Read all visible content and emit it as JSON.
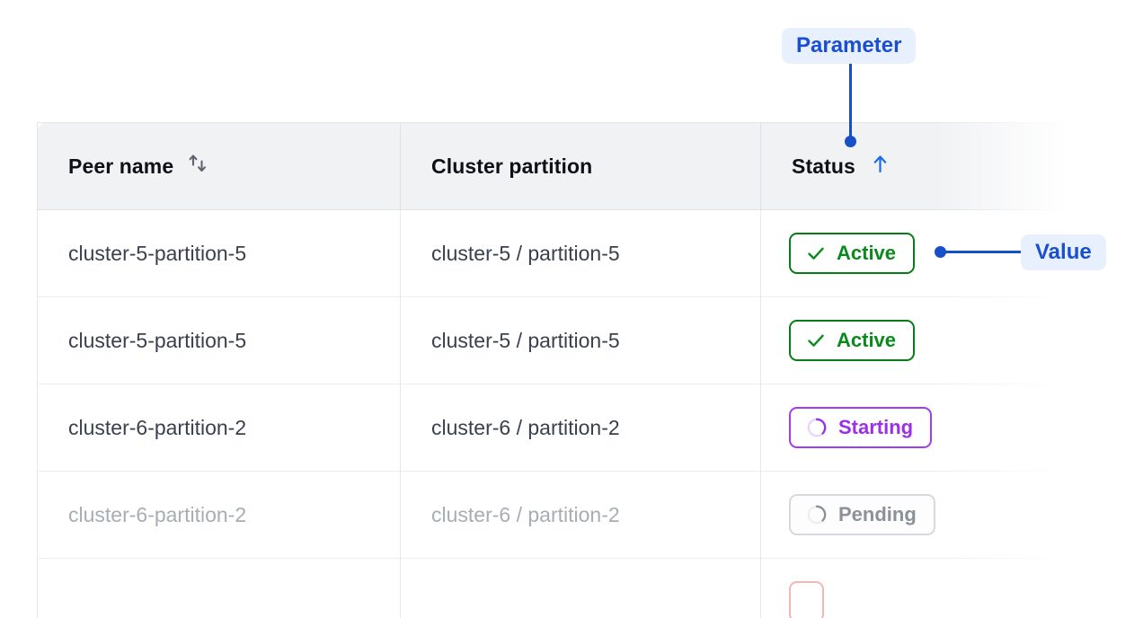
{
  "table": {
    "columns": [
      {
        "label": "Peer name",
        "sort_icon": "sort-both-icon",
        "sorted": false
      },
      {
        "label": "Cluster partition",
        "sort_icon": null,
        "sorted": false
      },
      {
        "label": "Status",
        "sort_icon": "arrow-up-icon",
        "sorted": true
      }
    ],
    "rows": [
      {
        "peer_name": "cluster-5-partition-5",
        "cluster_partition": "cluster-5 / partition-5",
        "status": "Active",
        "status_kind": "active",
        "status_icon": "check-icon",
        "dim": false
      },
      {
        "peer_name": "cluster-5-partition-5",
        "cluster_partition": "cluster-5 / partition-5",
        "status": "Active",
        "status_kind": "active",
        "status_icon": "check-icon",
        "dim": false
      },
      {
        "peer_name": "cluster-6-partition-2",
        "cluster_partition": "cluster-6 / partition-2",
        "status": "Starting",
        "status_kind": "starting",
        "status_icon": "spinner-icon",
        "dim": false
      },
      {
        "peer_name": "cluster-6-partition-2",
        "cluster_partition": "cluster-6 / partition-2",
        "status": "Pending",
        "status_kind": "pending",
        "status_icon": "spinner-icon",
        "dim": true
      },
      {
        "peer_name": "",
        "cluster_partition": "",
        "status": "",
        "status_kind": "error",
        "status_icon": null,
        "dim": true
      }
    ]
  },
  "annotations": {
    "parameter": {
      "label": "Parameter"
    },
    "value": {
      "label": "Value"
    }
  },
  "colors": {
    "accent_blue": "#1550c8",
    "pill_bg": "#e8f0fe",
    "active_green": "#0a8a1c",
    "starting_purple": "#9b30e8",
    "pending_gray": "#8c9199",
    "error_red": "#e85c5c",
    "header_bg": "#f1f2f4"
  }
}
